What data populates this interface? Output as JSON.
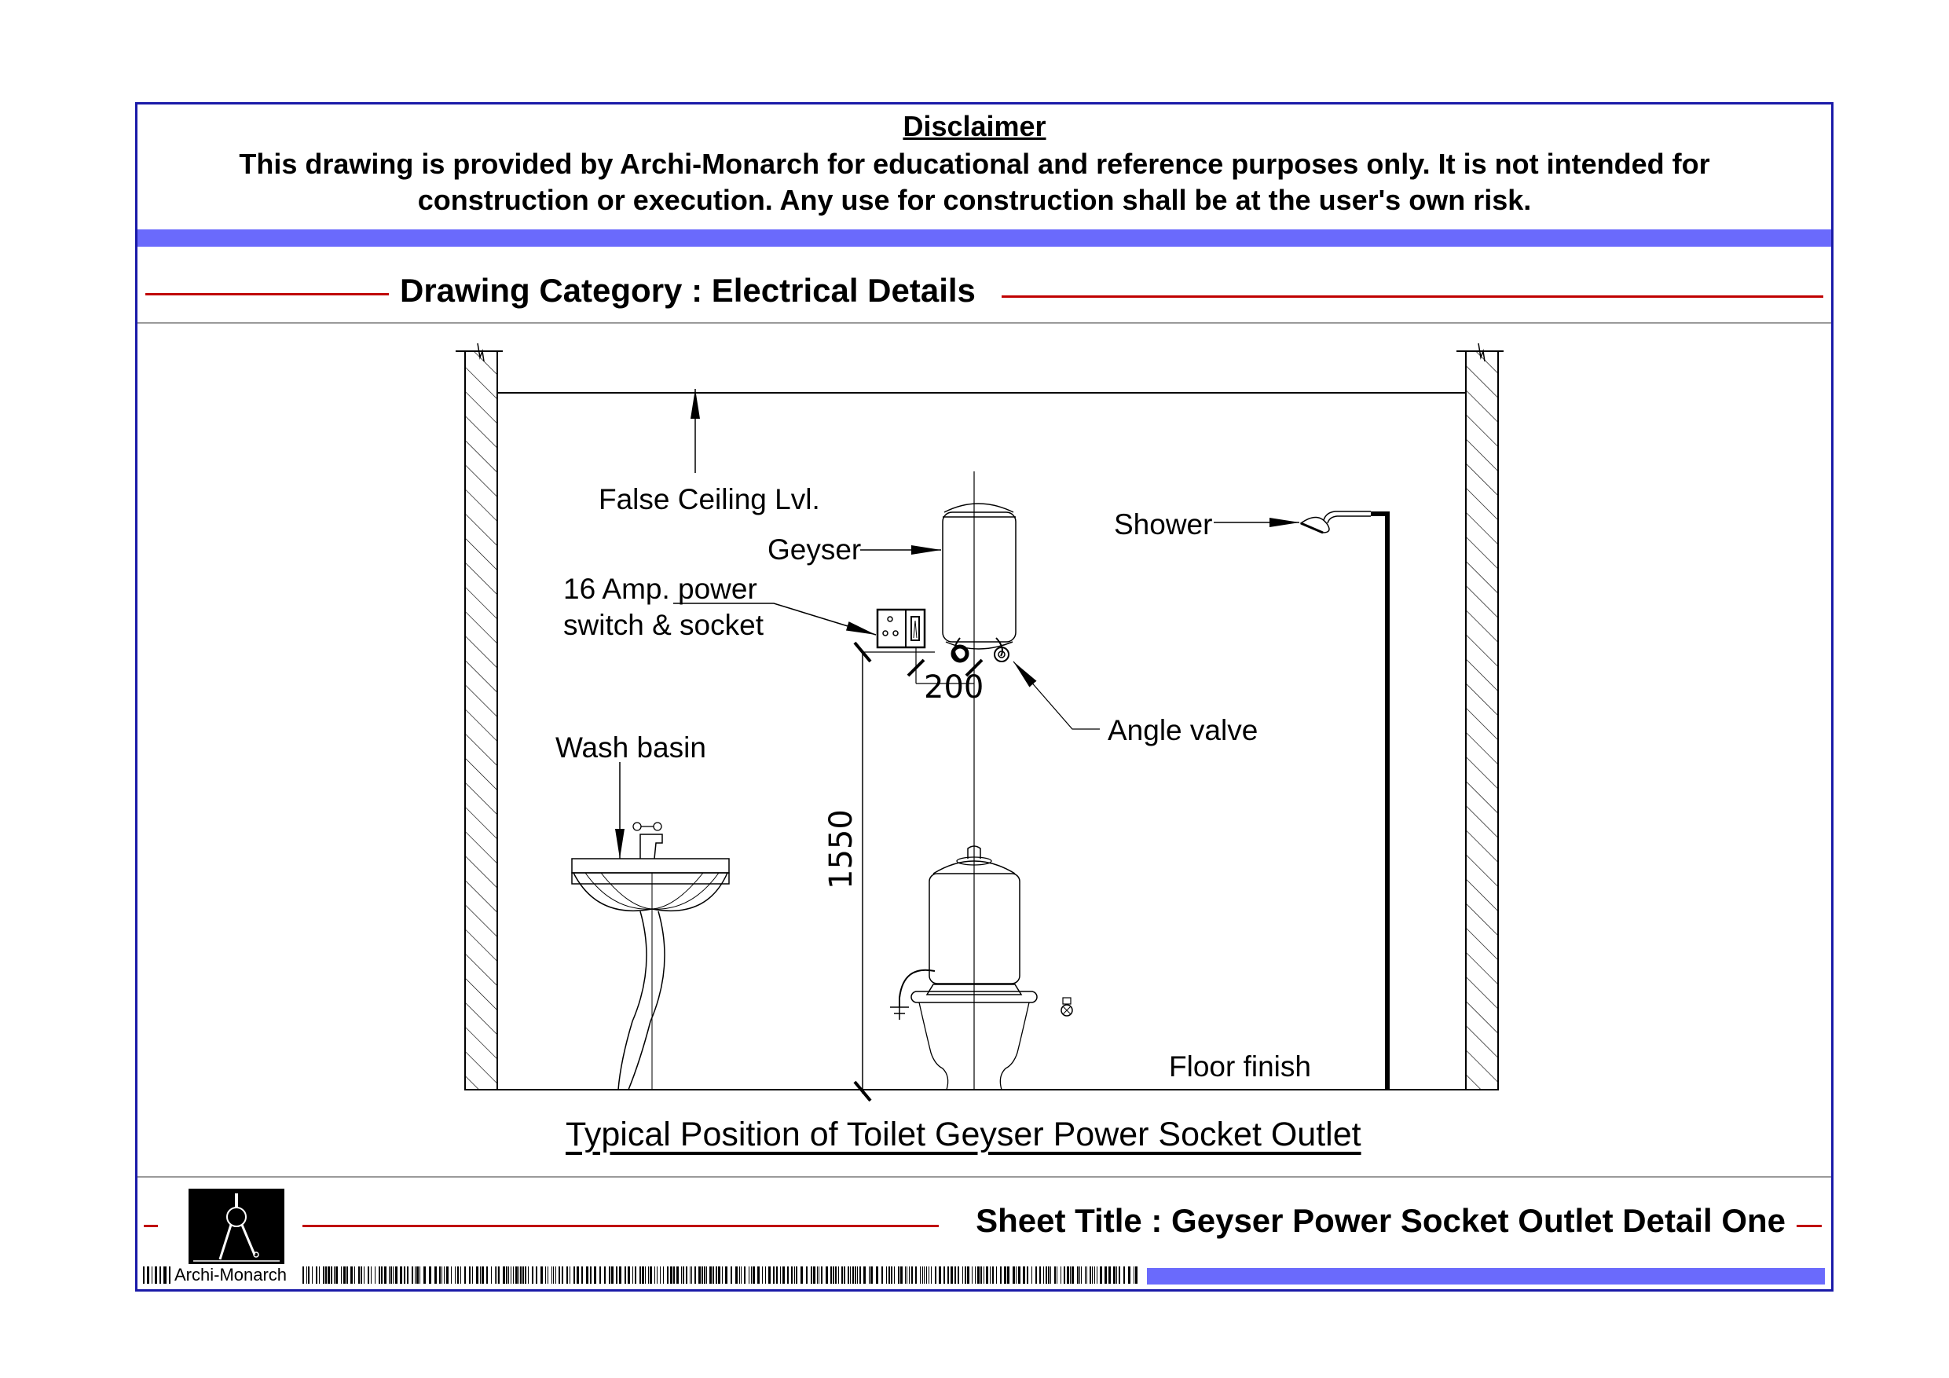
{
  "disclaimer": {
    "title": "Disclaimer",
    "text": "This drawing is provided by Archi-Monarch for educational and reference purposes only. It is not intended for construction or execution. Any use for construction shall be at the user's own risk."
  },
  "header": {
    "category": "Drawing Category : Electrical Details"
  },
  "drawing": {
    "labels": {
      "false_ceiling": "False Ceiling Lvl.",
      "geyser": "Geyser",
      "socket_line1": "16 Amp. power",
      "socket_line2": "switch & socket",
      "shower": "Shower",
      "angle_valve": "Angle valve",
      "wash_basin": "Wash basin",
      "floor_finish": "Floor finish"
    },
    "dimensions": {
      "socket_height": "1550",
      "socket_offset": "200"
    },
    "caption": "Typical Position of Toilet Geyser Power Socket Outlet"
  },
  "footer": {
    "sheet_title": "Sheet Title : Geyser Power Socket Outlet Detail One",
    "brand": "Archi-Monarch",
    "logo_icon": "drafting-compass-icon"
  },
  "colors": {
    "frame_border": "#1a1aa8",
    "accent_band": "#6a6afc",
    "rule_red": "#c00000",
    "divider_gray": "#9a9a9a"
  }
}
